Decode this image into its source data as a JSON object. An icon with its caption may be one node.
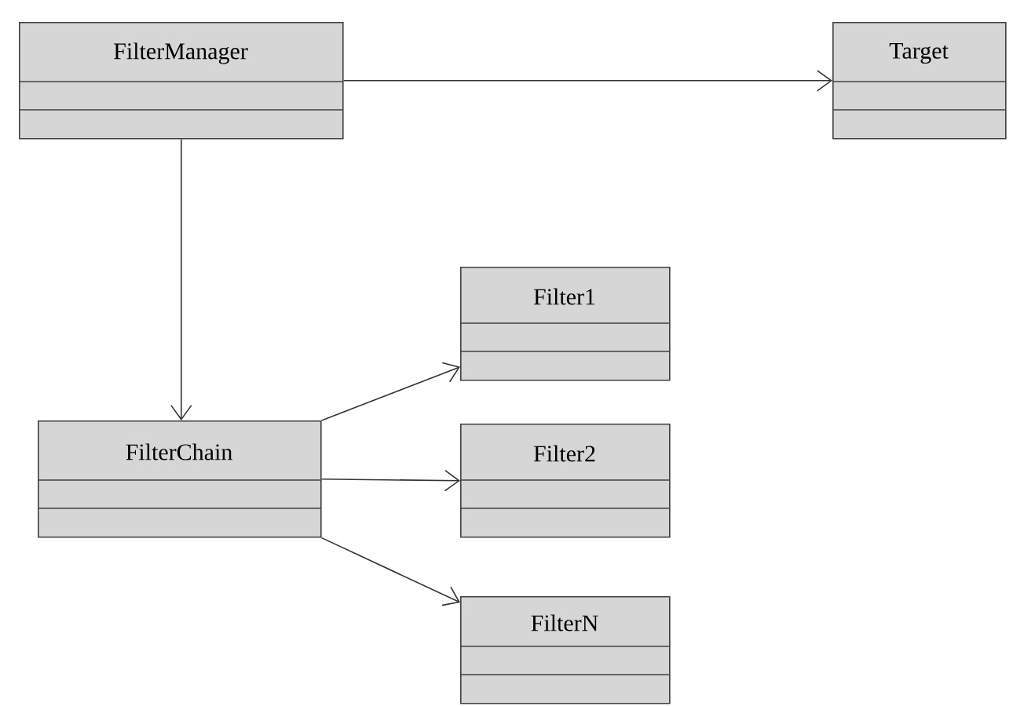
{
  "diagram": {
    "nodes": [
      {
        "text": [
          "FilterManager"
        ]
      },
      {
        "text": [
          "Target"
        ]
      },
      {
        "text": [
          "Filter1"
        ]
      },
      {
        "text": [
          "FilterChain"
        ]
      },
      {
        "text": [
          "Filter2"
        ]
      },
      {
        "text": [
          "FilterN"
        ]
      }
    ],
    "edges": [
      {
        "from": 0,
        "to": 1,
        "arrow": "to"
      },
      {
        "from": 0,
        "to": 3,
        "arrow": "to"
      },
      {
        "from": 3,
        "to": 2,
        "arrow": "to"
      },
      {
        "from": 3,
        "to": 4,
        "arrow": "to"
      },
      {
        "from": 3,
        "to": 5,
        "arrow": "to"
      }
    ]
  }
}
